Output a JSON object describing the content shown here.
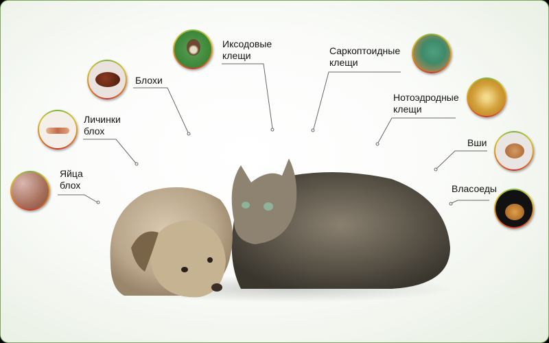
{
  "parasites": [
    {
      "id": "eggs",
      "label_line1": "Яйца",
      "label_line2": "блох"
    },
    {
      "id": "larvae",
      "label_line1": "Личинки",
      "label_line2": "блох"
    },
    {
      "id": "fleas",
      "label_line1": "Блохи",
      "label_line2": ""
    },
    {
      "id": "ixodid",
      "label_line1": "Иксодовые",
      "label_line2": "клещи"
    },
    {
      "id": "sarcoptic",
      "label_line1": "Саркоптоидные",
      "label_line2": "клещи"
    },
    {
      "id": "notoedric",
      "label_line1": "Нотоэдродные",
      "label_line2": "клещи"
    },
    {
      "id": "lice",
      "label_line1": "Вши",
      "label_line2": ""
    },
    {
      "id": "chewing_lice",
      "label_line1": "Власоеды",
      "label_line2": ""
    }
  ],
  "colors": {
    "border": "#7aa85a",
    "line": "#555555"
  }
}
